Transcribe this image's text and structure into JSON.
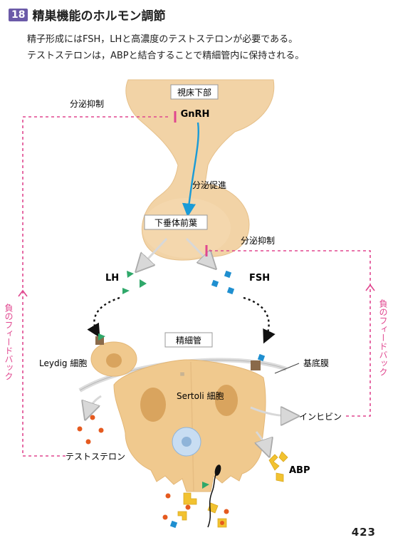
{
  "header": {
    "number": "18",
    "title": "精巣機能のホルモン調節"
  },
  "summary": {
    "line1": "精子形成にはFSH，LHと高濃度のテストステロンが必要である。",
    "line2": "テストステロンは，ABPと結合することで精細管内に保持される。"
  },
  "diagram": {
    "hypothalamus": "視床下部",
    "gnrh": "GnRH",
    "secretion_promotion": "分泌促進",
    "anterior_pituitary": "下垂体前葉",
    "inhibition_left": "分泌抑制",
    "inhibition_right": "分泌抑制",
    "lh": "LH",
    "fsh": "FSH",
    "seminiferous_tubule": "精細管",
    "leydig_cell": "Leydig 細胞",
    "basement_membrane": "基底膜",
    "sertoli_cell": "Sertoli 細胞",
    "inhibin": "インヒビン",
    "testosterone": "テストステロン",
    "abp": "ABP",
    "negative_feedback_left": "負のフィードバック",
    "negative_feedback_right": "負のフィードバック",
    "colors": {
      "gland": "#f2d3a6",
      "cell": "#f0c98e",
      "nucleus": "#d9a45e",
      "feedback": "#e0478f",
      "gnrh_arrow": "#1a9bd7",
      "lh_marker": "#2fa86a",
      "fsh_marker": "#1f8fd0",
      "testosterone_dot": "#e55a1f",
      "abp": "#f2c230"
    }
  },
  "page": {
    "number": "423"
  }
}
